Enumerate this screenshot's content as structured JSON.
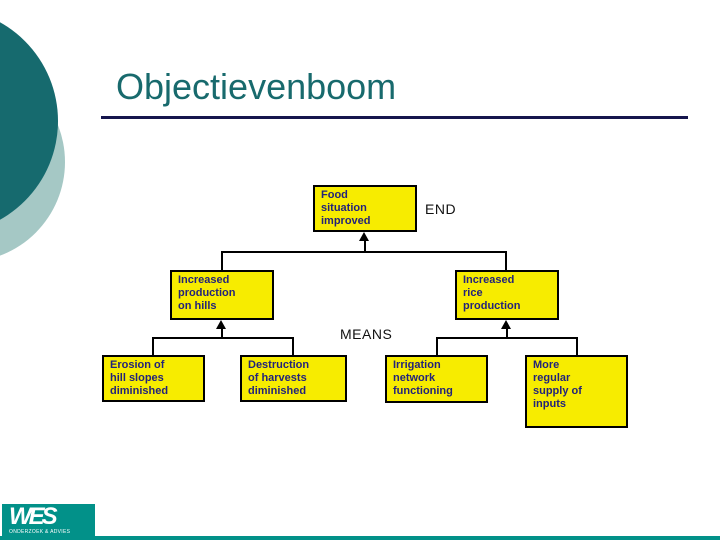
{
  "slide": {
    "title": "Objectievenboom"
  },
  "diagram": {
    "end_label": "END",
    "means_label": "MEANS",
    "nodes": {
      "root": "Food\nsituation\nimproved",
      "left_mid": "Increased\nproduction\non hills",
      "right_mid": "Increased\nrice\nproduction",
      "leaf1": "Erosion of\nhill slopes\ndiminished",
      "leaf2": "Destruction\nof harvests\ndiminished",
      "leaf3": "Irrigation\nnetwork\nfunctioning",
      "leaf4": "More\nregular\nsupply of\ninputs"
    }
  },
  "logo": {
    "name": "WES",
    "tagline": "ONDERZOEK & ADVIES"
  },
  "colors": {
    "dark-teal": "#166a6e",
    "light-teal": "#a5c8c5",
    "title-teal": "#186a6d",
    "rule-navy": "#15154d",
    "box-yellow": "#f7ec00",
    "box-border": "#000000",
    "box-text": "#23237a",
    "label-black": "#111111",
    "logo-teal": "#029189"
  }
}
